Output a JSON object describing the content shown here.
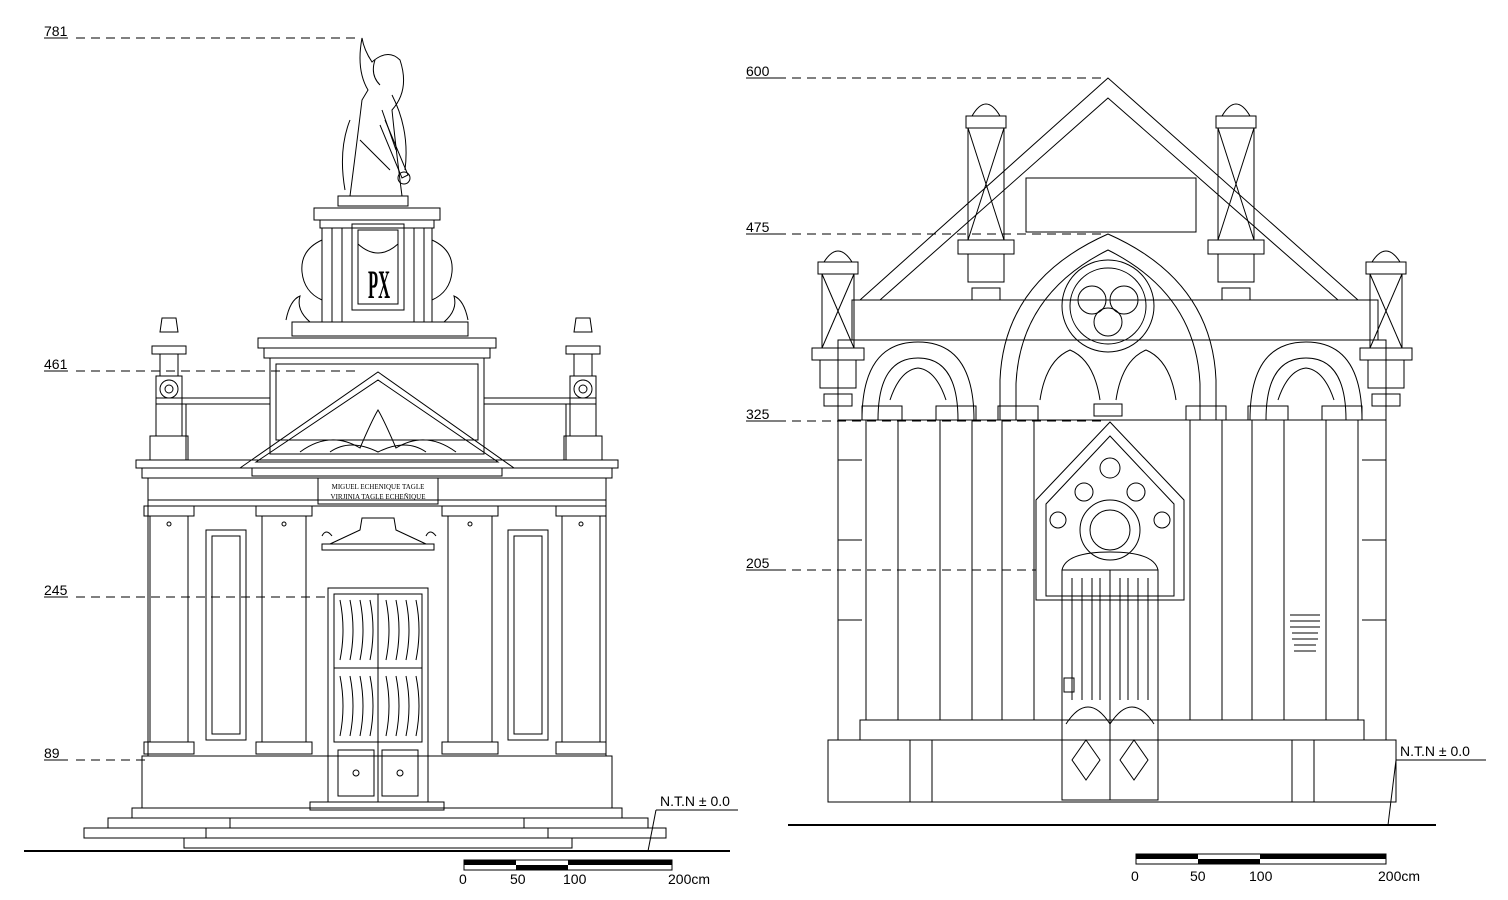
{
  "left_elevation": {
    "levels": [
      {
        "name": "level-781",
        "label": "781"
      },
      {
        "name": "level-461",
        "label": "461"
      },
      {
        "name": "level-245",
        "label": "245"
      },
      {
        "name": "level-89",
        "label": "89"
      }
    ],
    "inscription_line1": "MIGUEL ECHENIQUE TAGLE",
    "inscription_line2": "VIRJINIA TAGLE ECHEÑIQUE",
    "monogram": "PX",
    "ground_label": "N.T.N ± 0.0",
    "scale_labels": [
      "0",
      "50",
      "100",
      "200cm"
    ]
  },
  "right_elevation": {
    "levels": [
      {
        "name": "level-600",
        "label": "600"
      },
      {
        "name": "level-475",
        "label": "475"
      },
      {
        "name": "level-325",
        "label": "325"
      },
      {
        "name": "level-205",
        "label": "205"
      }
    ],
    "ground_label": "N.T.N ± 0.0",
    "scale_labels": [
      "0",
      "50",
      "100",
      "200cm"
    ]
  }
}
